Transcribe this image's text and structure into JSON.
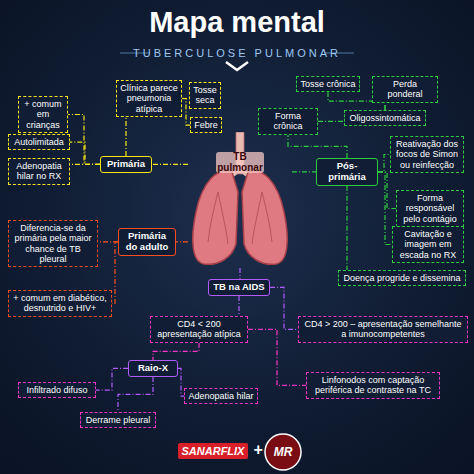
{
  "diagram": {
    "title": "Mapa mental",
    "nodes": [
      {
        "text": [
          "Clínica parece pneumonia atípica"
        ]
      },
      {
        "text": [
          "Tosse seca"
        ]
      },
      {
        "text": [
          "Febre"
        ]
      },
      {
        "text": [
          "+ comum em crianças"
        ]
      },
      {
        "text": [
          "Autolimitada"
        ]
      },
      {
        "text": [
          "Adenopatia hilar no RX"
        ]
      },
      {
        "text": [
          "Primária"
        ]
      },
      {
        "text": [
          "TB pulmonar"
        ]
      },
      {
        "text": [
          "Tosse crônica"
        ]
      },
      {
        "text": [
          "Perda ponderal"
        ]
      },
      {
        "text": [
          "Forma crônica"
        ]
      },
      {
        "text": [
          "Oligossintomática"
        ]
      },
      {
        "text": [
          "Pós-primária"
        ]
      },
      {
        "text": [
          "Reativação dos focos de Simon ou reinfecção"
        ]
      },
      {
        "text": [
          "Forma responsável pelo contágio"
        ]
      },
      {
        "text": [
          "Cavitação e imagem em escada no RX"
        ]
      },
      {
        "text": [
          "Doença progride e dissemina"
        ]
      },
      {
        "text": [
          "Diferencia-se da primária pela maior chance de TB pleural"
        ]
      },
      {
        "text": [
          "Primária do adulto"
        ]
      },
      {
        "text": [
          "+ comum em diabético, desnutrido e HIV+"
        ]
      },
      {
        "text": [
          "TB na AIDS"
        ]
      },
      {
        "text": [
          "CD4 < 200 apresentação atípica"
        ]
      },
      {
        "text": [
          "CD4 > 200 – apresentação semelhante a imunocompetentes"
        ]
      },
      {
        "text": [
          "Raio-X"
        ]
      },
      {
        "text": [
          "Infiltrado difuso"
        ]
      },
      {
        "text": [
          "Adenopatia hilar"
        ]
      },
      {
        "text": [
          "Derrame pleural"
        ]
      },
      {
        "text": [
          "Linfonodos com captação periférica de contraste na TC"
        ]
      }
    ],
    "edges": [
      {
        "from": 0,
        "to": 1,
        "arrow": "none"
      },
      {
        "from": 0,
        "to": 2,
        "arrow": "none"
      },
      {
        "from": 6,
        "to": 0,
        "arrow": "none"
      },
      {
        "from": 6,
        "to": 3,
        "arrow": "none"
      },
      {
        "from": 6,
        "to": 4,
        "arrow": "none"
      },
      {
        "from": 6,
        "to": 5,
        "arrow": "none"
      },
      {
        "from": 7,
        "to": 6,
        "arrow": "none"
      },
      {
        "from": 7,
        "to": 12,
        "arrow": "none"
      },
      {
        "from": 12,
        "to": 10,
        "arrow": "none"
      },
      {
        "from": 10,
        "to": 11,
        "arrow": "none"
      },
      {
        "from": 11,
        "to": 8,
        "arrow": "none"
      },
      {
        "from": 11,
        "to": 9,
        "arrow": "none"
      },
      {
        "from": 12,
        "to": 13,
        "arrow": "none"
      },
      {
        "from": 12,
        "to": 14,
        "arrow": "none"
      },
      {
        "from": 12,
        "to": 15,
        "arrow": "none"
      },
      {
        "from": 12,
        "to": 16,
        "arrow": "none"
      },
      {
        "from": 7,
        "to": 18,
        "arrow": "none"
      },
      {
        "from": 18,
        "to": 17,
        "arrow": "none"
      },
      {
        "from": 18,
        "to": 19,
        "arrow": "none"
      },
      {
        "from": 7,
        "to": 20,
        "arrow": "none"
      },
      {
        "from": 20,
        "to": 21,
        "arrow": "none"
      },
      {
        "from": 20,
        "to": 22,
        "arrow": "none"
      },
      {
        "from": 21,
        "to": 23,
        "arrow": "none"
      },
      {
        "from": 23,
        "to": 24,
        "arrow": "none"
      },
      {
        "from": 23,
        "to": 25,
        "arrow": "none"
      },
      {
        "from": 23,
        "to": 26,
        "arrow": "none"
      },
      {
        "from": 21,
        "to": 27,
        "arrow": "none"
      }
    ],
    "labels": [
      "TUBERCULOSE PULMONAR",
      "SANARFLIX",
      "+",
      "MR"
    ]
  }
}
